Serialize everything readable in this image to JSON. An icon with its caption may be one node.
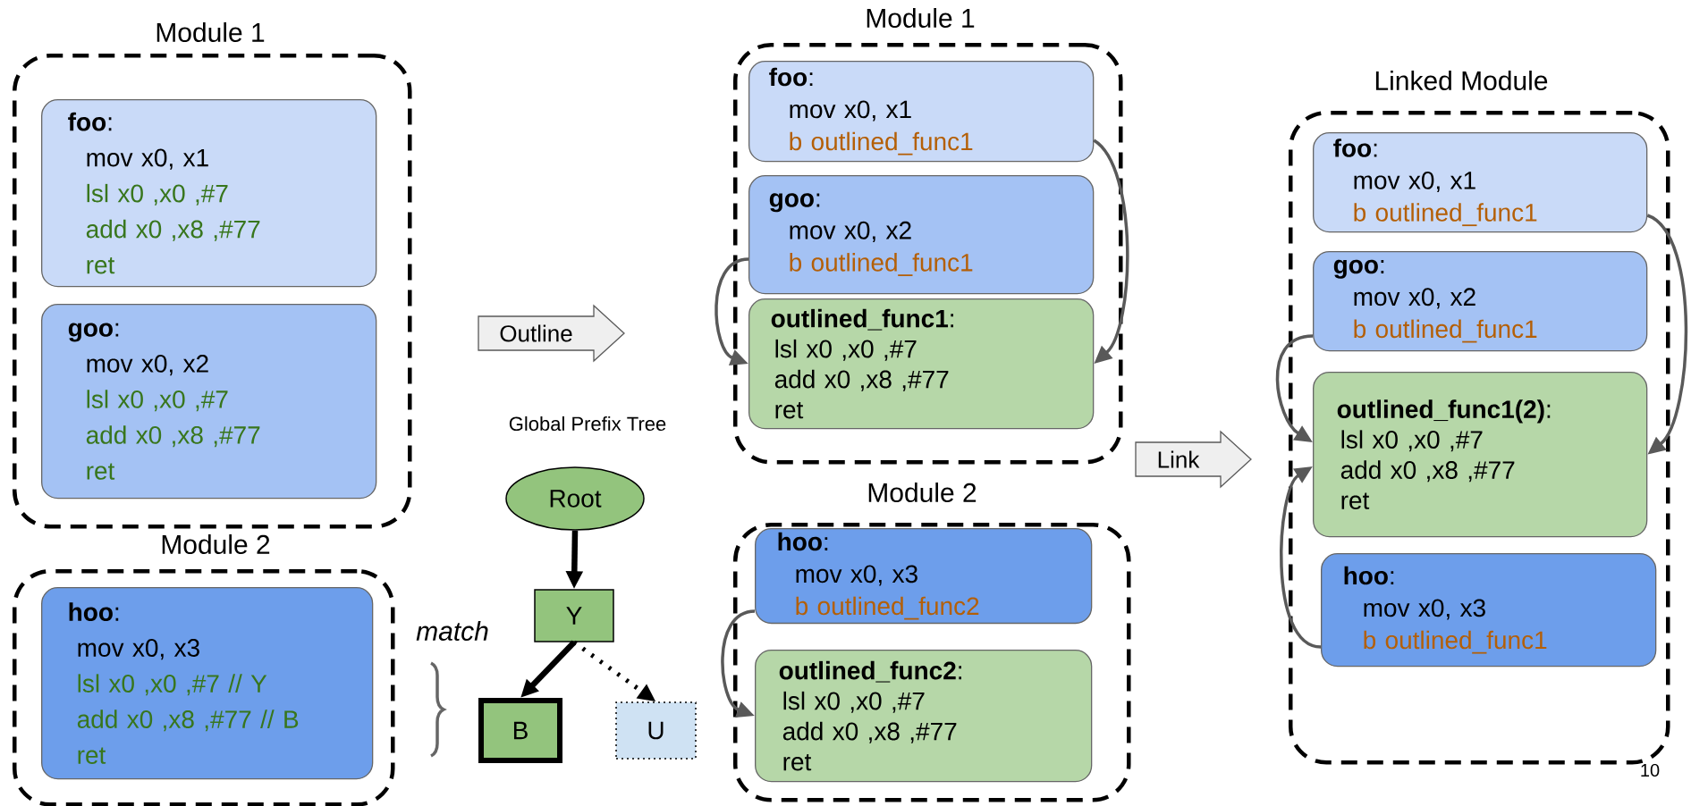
{
  "diagram": {
    "nodes": [
      {
        "text": [
          "Module 1"
        ]
      },
      {
        "text": [
          "**foo**:",
          "mov x0, x1",
          "lsl x0 ,x0 ,#7",
          "add x0 ,x8 ,#77",
          "ret"
        ],
        "in": 0
      },
      {
        "text": [
          "**goo**:",
          "mov x0, x2",
          "lsl x0 ,x0 ,#7",
          "add x0 ,x8 ,#77",
          "ret"
        ],
        "in": 0
      },
      {
        "text": [
          "Module 2"
        ]
      },
      {
        "text": [
          "**hoo**:",
          "mov x0, x3",
          "lsl x0 ,x0 ,#7 // Y",
          "add x0 ,x8 ,#77 // B",
          "ret"
        ],
        "in": 3
      },
      {
        "text": [
          "Module 1"
        ]
      },
      {
        "text": [
          "**foo**:",
          "mov x0, x1",
          "b outlined_func1"
        ],
        "in": 5
      },
      {
        "text": [
          "**goo**:",
          "mov x0, x2",
          "b outlined_func1"
        ],
        "in": 5
      },
      {
        "text": [
          "**outlined_func1**:",
          "lsl x0 ,x0 ,#7",
          "add x0 ,x8 ,#77",
          "ret"
        ],
        "in": 5
      },
      {
        "text": [
          "Root"
        ]
      },
      {
        "text": [
          "Y"
        ]
      },
      {
        "text": [
          "B"
        ]
      },
      {
        "text": [
          "U"
        ]
      },
      {
        "text": [
          "Module 2"
        ]
      },
      {
        "text": [
          "**hoo**:",
          "mov x0, x3",
          "b outlined_func2"
        ],
        "in": 13
      },
      {
        "text": [
          "**outlined_func2**:",
          "lsl x0 ,x0 ,#7",
          "add x0 ,x8 ,#77",
          "ret"
        ],
        "in": 13
      },
      {
        "text": [
          "Linked Module"
        ]
      },
      {
        "text": [
          "**foo**:",
          "mov x0, x1",
          "b outlined_func1"
        ],
        "in": 16
      },
      {
        "text": [
          "**goo**:",
          "mov x0, x2",
          "b outlined_func1"
        ],
        "in": 16
      },
      {
        "text": [
          "**outlined_func1(2)**:",
          "lsl x0 ,x0 ,#7",
          "add x0 ,x8 ,#77",
          "ret"
        ],
        "in": 16
      },
      {
        "text": [
          "**hoo**:",
          "mov x0, x3",
          "b outlined_func1"
        ],
        "in": 16
      }
    ],
    "edges": [
      {
        "from": 0,
        "to": 5,
        "arrow": "to",
        "label": "Outline"
      },
      {
        "from": null,
        "to": 16,
        "arrow": "to",
        "label": "Link"
      },
      {
        "from": 6,
        "to": 8,
        "arrow": "to"
      },
      {
        "from": 7,
        "to": 8,
        "arrow": "to"
      },
      {
        "from": 9,
        "to": 10,
        "arrow": "to",
        "style": "thick",
        "color": "#000000"
      },
      {
        "from": 10,
        "to": 11,
        "arrow": "to",
        "style": "thick",
        "color": "#000000"
      },
      {
        "from": 10,
        "to": 12,
        "arrow": "to",
        "style": "dashed",
        "color": "#000000"
      },
      {
        "from": 14,
        "to": 15,
        "arrow": "to"
      },
      {
        "from": 17,
        "to": 19,
        "arrow": "to"
      },
      {
        "from": 18,
        "to": 19,
        "arrow": "to"
      },
      {
        "from": 20,
        "to": 19,
        "arrow": "to"
      }
    ],
    "labels": [
      "Global Prefix Tree",
      "match",
      "10"
    ]
  }
}
